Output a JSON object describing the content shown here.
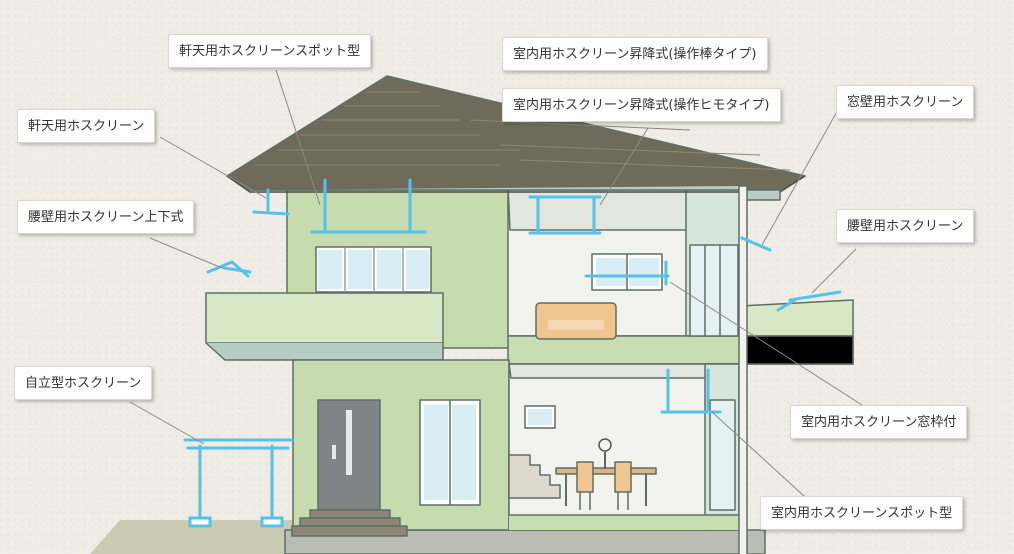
{
  "labels": {
    "nokiten_spot": "軒天用ホスクリーンスポット型",
    "nokiten": "軒天用ホスクリーン",
    "koshikabe_joge": "腰壁用ホスクリーン上下式",
    "jiritsu": "自立型ホスクリーン",
    "shitsunai_sousabou": "室内用ホスクリーン昇降式(操作棒タイプ)",
    "shitsunai_himo": "室内用ホスクリーン昇降式(操作ヒモタイプ)",
    "madokabe": "窓壁用ホスクリーン",
    "koshikabe": "腰壁用ホスクリーン",
    "shitsunai_madowaku": "室内用ホスクリーン窓枠付",
    "shitsunai_spot": "室内用ホスクリーンスポット型"
  },
  "colors": {
    "background": "#efede6",
    "roof": "#6e6b5b",
    "wall_green": "#c8ddb0",
    "wall_light": "#dfe9cf",
    "product_blue": "#56c2ea",
    "outline": "#5d6f66"
  }
}
